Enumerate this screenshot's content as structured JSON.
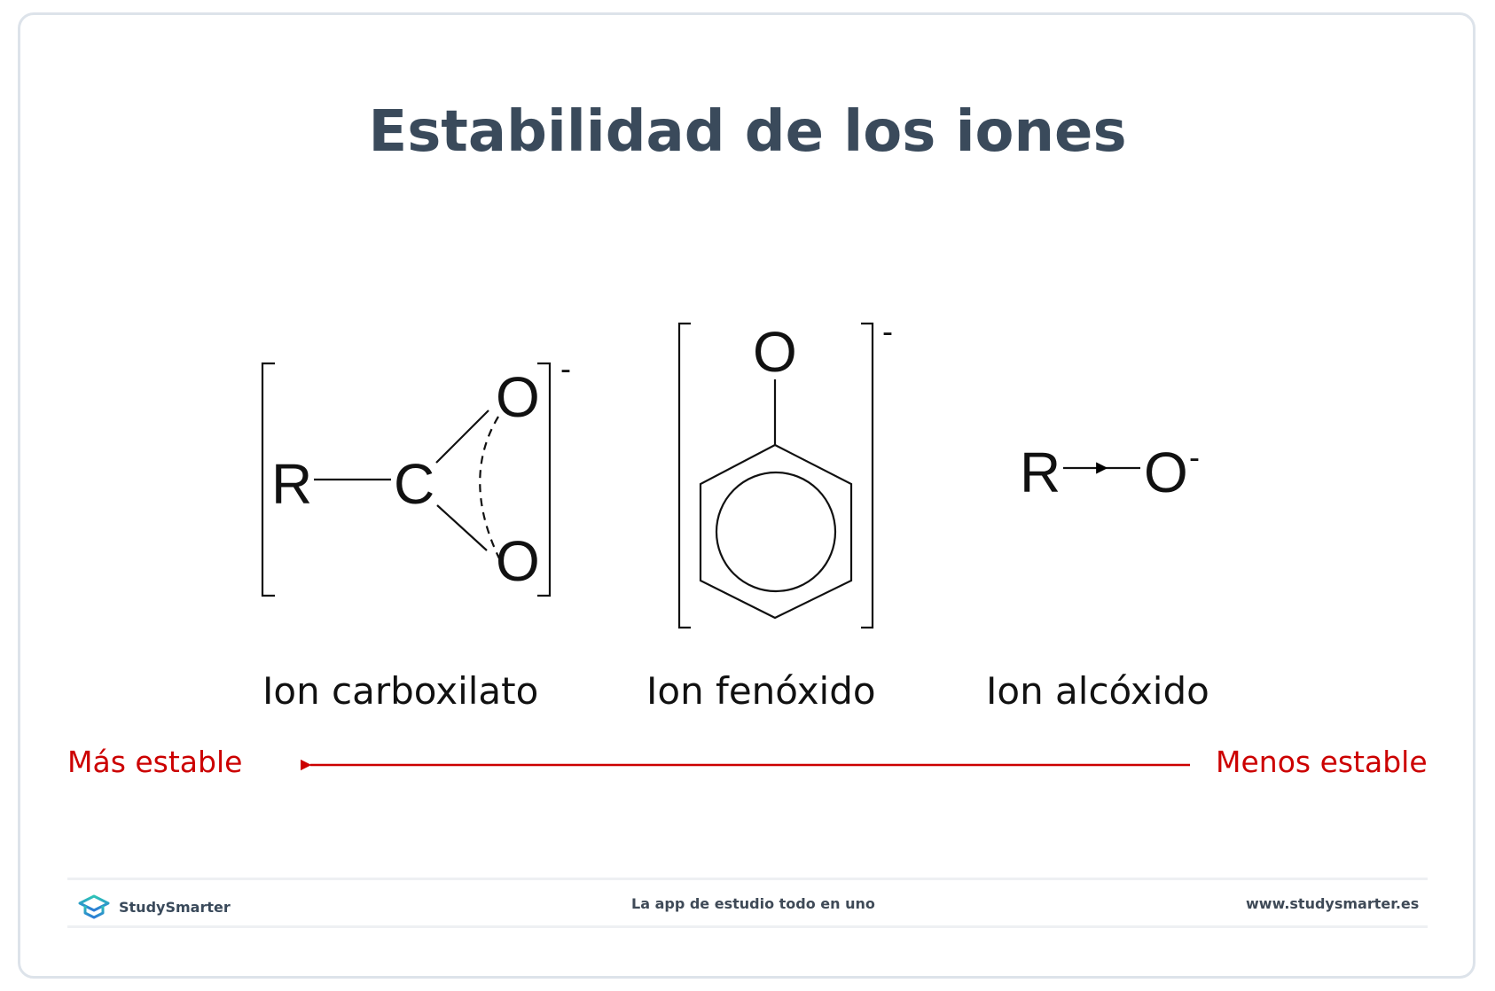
{
  "title": "Estabilidad de los iones",
  "structures": {
    "carboxylate": {
      "atoms": {
        "r": "R",
        "c": "C",
        "o_top": "O",
        "o_bottom": "O"
      },
      "charge": "-",
      "label": "Ion carboxilato"
    },
    "phenoxide": {
      "atoms": {
        "o": "O"
      },
      "charge": "-",
      "label": "Ion fenóxido"
    },
    "alkoxide": {
      "atoms": {
        "r": "R",
        "o": "O"
      },
      "charge": "-",
      "label": "Ion alcóxido"
    }
  },
  "stability_scale": {
    "more_stable": "Más estable",
    "less_stable": "Menos estable",
    "arrow_direction": "left",
    "color": "#cc0000"
  },
  "footer": {
    "brand": "StudySmarter",
    "tagline": "La app de estudio todo en uno",
    "website": "www.studysmarter.es"
  },
  "colors": {
    "title": "#3a4a5b",
    "accent_red": "#cc0000",
    "logo_teal": "#2ec4b6",
    "logo_blue": "#2b7bd6"
  }
}
